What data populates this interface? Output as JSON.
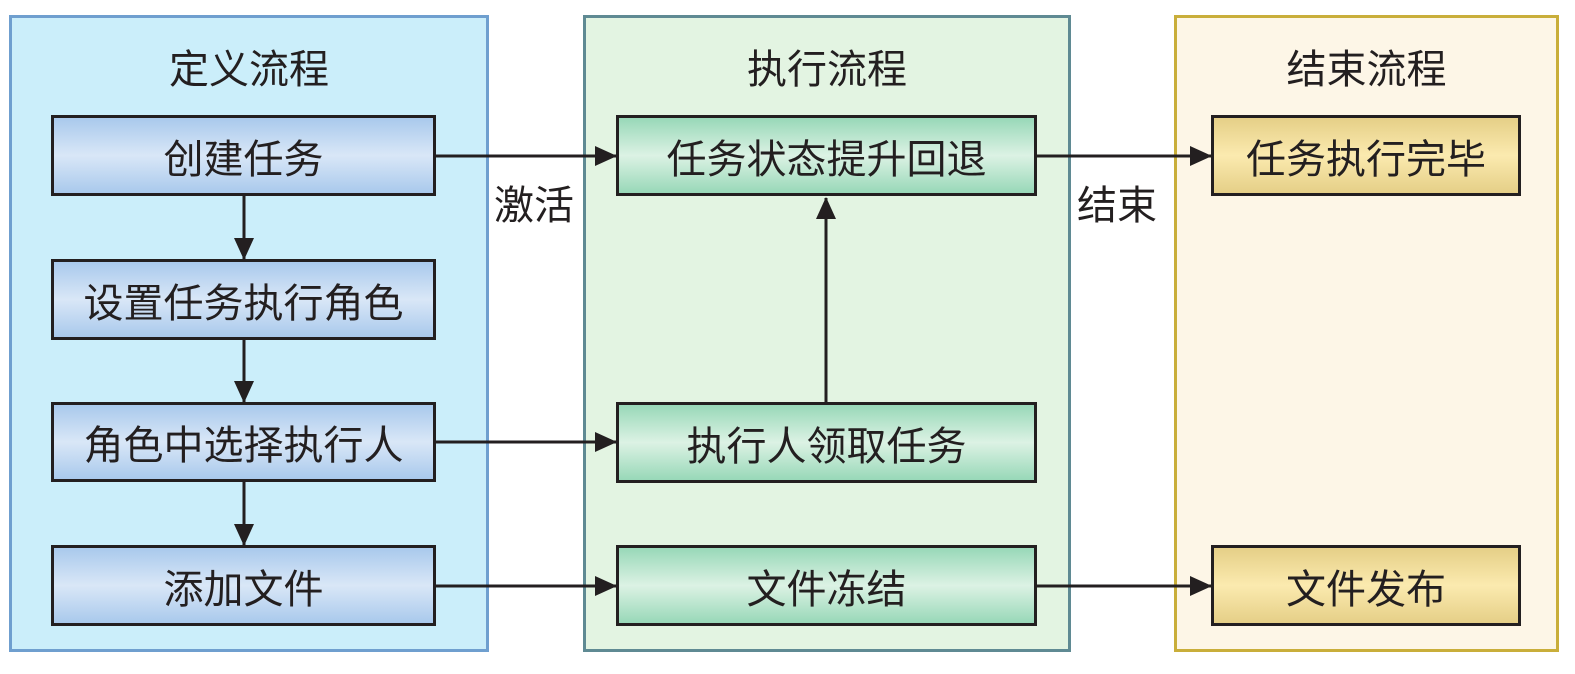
{
  "lanes": {
    "define": {
      "title": "定义流程",
      "color": "#cbeefa",
      "border_color": "#6f9fcf",
      "nodes": [
        "创建任务",
        "设置任务执行角色",
        "角色中选择执行人",
        "添加文件"
      ]
    },
    "exec": {
      "title": "执行流程",
      "color": "#e3f4e2",
      "border_color": "#5f8a93",
      "nodes": [
        "任务状态提升回退",
        "执行人领取任务",
        "文件冻结"
      ]
    },
    "end": {
      "title": "结束流程",
      "color": "#fdf6e7",
      "border_color": "#c9ae3a",
      "nodes": [
        "任务执行完毕",
        "文件发布"
      ]
    }
  },
  "edge_labels": {
    "activate": "激活",
    "finish": "结束"
  },
  "edges": [
    {
      "from": "创建任务",
      "to": "设置任务执行角色"
    },
    {
      "from": "设置任务执行角色",
      "to": "角色中选择执行人"
    },
    {
      "from": "角色中选择执行人",
      "to": "添加文件"
    },
    {
      "from": "创建任务",
      "to": "任务状态提升回退",
      "label": "激活"
    },
    {
      "from": "角色中选择执行人",
      "to": "执行人领取任务"
    },
    {
      "from": "添加文件",
      "to": "文件冻结"
    },
    {
      "from": "执行人领取任务",
      "to": "任务状态提升回退"
    },
    {
      "from": "任务状态提升回退",
      "to": "任务执行完毕",
      "label": "结束"
    },
    {
      "from": "文件冻结",
      "to": "文件发布"
    }
  ]
}
